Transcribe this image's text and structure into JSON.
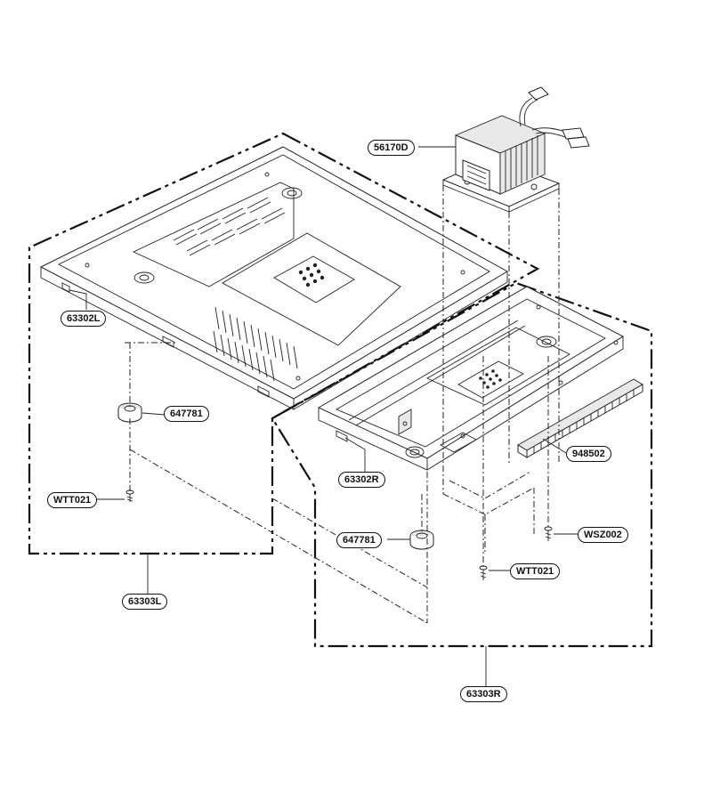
{
  "parts": {
    "transformer": "56170D",
    "base_plate_left": "63302L",
    "base_plate_right": "63302R",
    "base_assembly_left": "63303L",
    "base_assembly_right": "63303R",
    "foot_left": "647781",
    "foot_right": "647781",
    "screw_left": "WTT021",
    "screw_right": "WTT021",
    "screw_wsz": "WSZ002",
    "rubber_strip": "948502"
  },
  "colors": {
    "line": "#222222",
    "background": "#ffffff"
  }
}
